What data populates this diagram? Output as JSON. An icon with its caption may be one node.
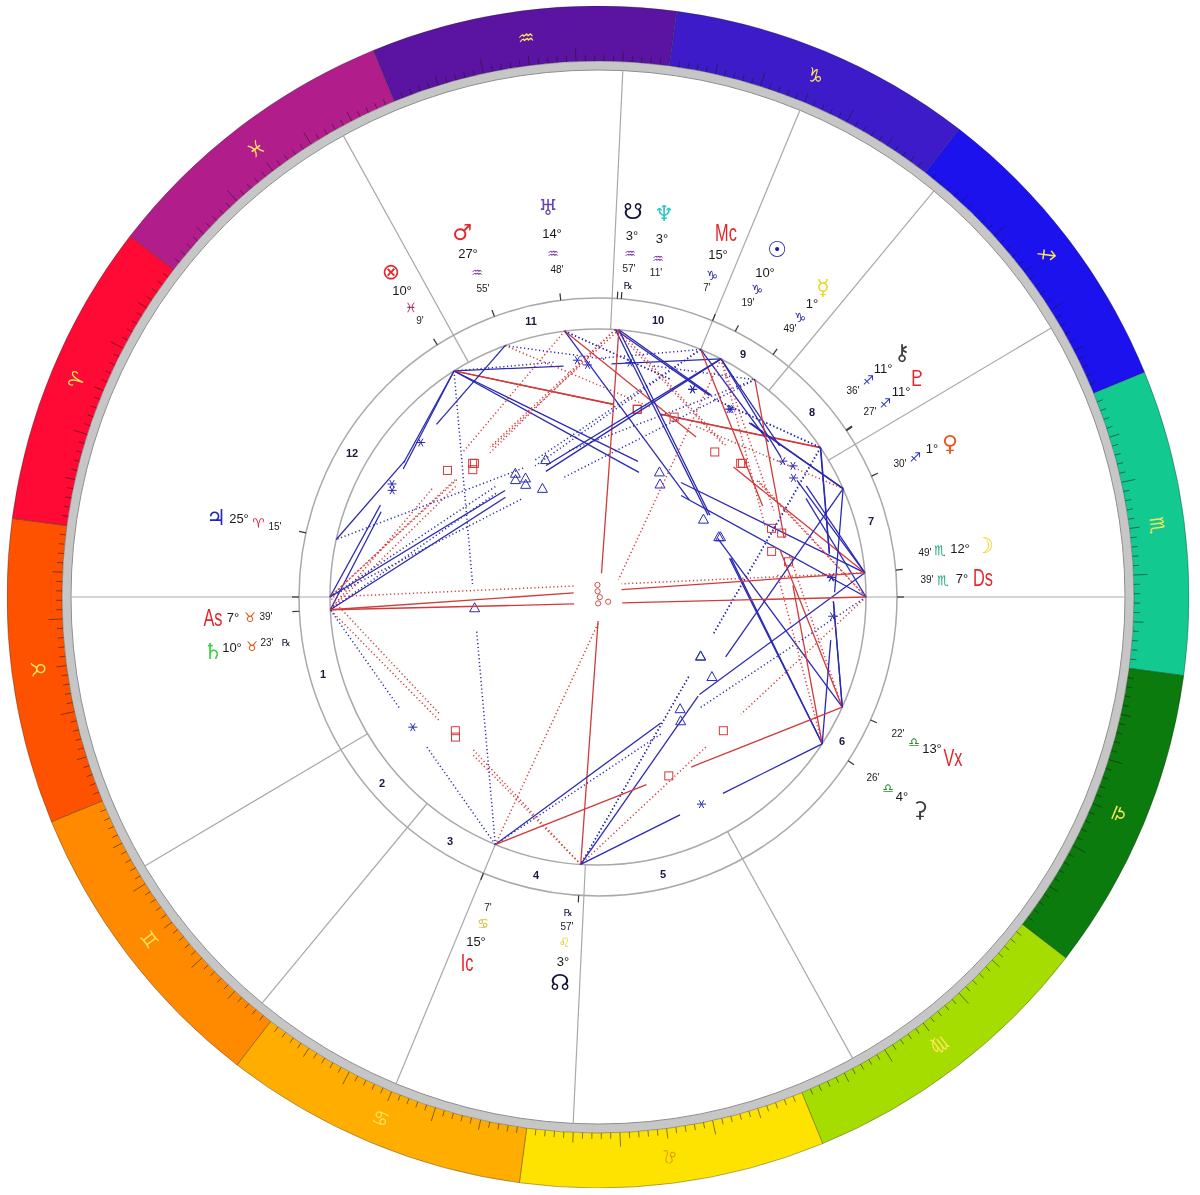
{
  "diagram": {
    "nodes": [
      {
        "text": [
          "♒"
        ]
      },
      {
        "text": [
          "♑"
        ]
      },
      {
        "text": [
          "♐"
        ]
      },
      {
        "text": [
          "♏"
        ]
      },
      {
        "text": [
          "♎"
        ]
      },
      {
        "text": [
          "♍"
        ]
      },
      {
        "text": [
          "♌"
        ]
      },
      {
        "text": [
          "♋"
        ]
      },
      {
        "text": [
          "♊"
        ]
      },
      {
        "text": [
          "♉"
        ]
      },
      {
        "text": [
          "♈"
        ]
      },
      {
        "text": [
          "♓"
        ]
      }
    ],
    "labels": [
      "⊗",
      "10°",
      "♓",
      "9'",
      "♂",
      "27°",
      "♒",
      "55'",
      "♅",
      "14°",
      "♒",
      "48'",
      "☋",
      "3°",
      "♒",
      "57'",
      "℞",
      "♆",
      "3°",
      "♒",
      "11'",
      "Mc",
      "15°",
      "♑",
      "7'",
      "☉",
      "10°",
      "♑",
      "19'",
      "☿",
      "1°",
      "♑",
      "49'",
      "36'",
      "♐",
      "11°",
      "⚷",
      "27'",
      "♐",
      "11°",
      "♇",
      "30'",
      "♐",
      "1°",
      "♀",
      "49'",
      "♏",
      "12°",
      "☽",
      "39'",
      "♏",
      "7°",
      "Ds",
      "22'",
      "♎",
      "13°",
      "Vx",
      "26'",
      "♎",
      "4°",
      "⚳",
      "℞",
      "57'",
      "♌",
      "3°",
      "☊",
      "7'",
      "♋",
      "15°",
      "Ic",
      "♄",
      "10°",
      "♉",
      "23'",
      "℞",
      "As",
      "7°",
      "♉",
      "39'",
      "♃",
      "25°",
      "♈",
      "15'",
      "11",
      "10",
      "9",
      "8",
      "12",
      "7",
      "1",
      "6",
      "2",
      "3",
      "4",
      "5"
    ]
  }
}
